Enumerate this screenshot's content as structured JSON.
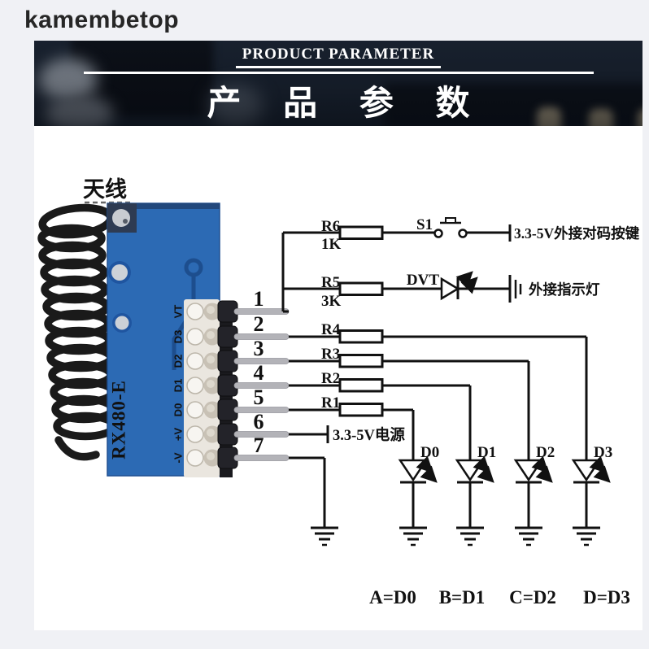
{
  "watermark": "kamembetop",
  "banner": {
    "title_en": "PRODUCT PARAMETER",
    "title_zh": "产 品 参 数"
  },
  "module": {
    "antenna_label": "天线",
    "name": "RX480-E",
    "pin_silk": [
      "VT",
      "D3",
      "D2",
      "D1",
      "D0",
      "+V",
      "-V"
    ]
  },
  "schematic": {
    "pin_numbers": [
      "1",
      "2",
      "3",
      "4",
      "5",
      "6",
      "7"
    ],
    "r6": {
      "name": "R6",
      "value": "1K"
    },
    "r5": {
      "name": "R5",
      "value": "3K"
    },
    "r4": "R4",
    "r3": "R3",
    "r2": "R2",
    "r1": "R1",
    "switch_label": "S1",
    "dvt_label": "DVT",
    "pairing_note": "3.3-5V外接对码按键",
    "indicator_note": "外接指示灯",
    "power_note": "3.3-5V电源",
    "led_labels": [
      "D0",
      "D1",
      "D2",
      "D3"
    ],
    "legend": [
      "A=D0",
      "B=D1",
      "C=D2",
      "D=D3"
    ]
  },
  "colors": {
    "banner_bg": "#1a2330",
    "pcb_blue": "#2c6ab4",
    "pcb_trace": "#1d4e8e",
    "ink": "#111111",
    "page_bg": "#f0f1f5"
  }
}
